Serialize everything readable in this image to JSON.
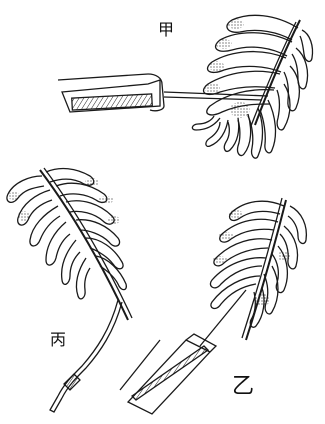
{
  "labels": {
    "jia": "甲",
    "yi": "乙",
    "bing": "丙"
  },
  "colors": {
    "ink": "#1a1a1a",
    "paper": "#ffffff"
  }
}
